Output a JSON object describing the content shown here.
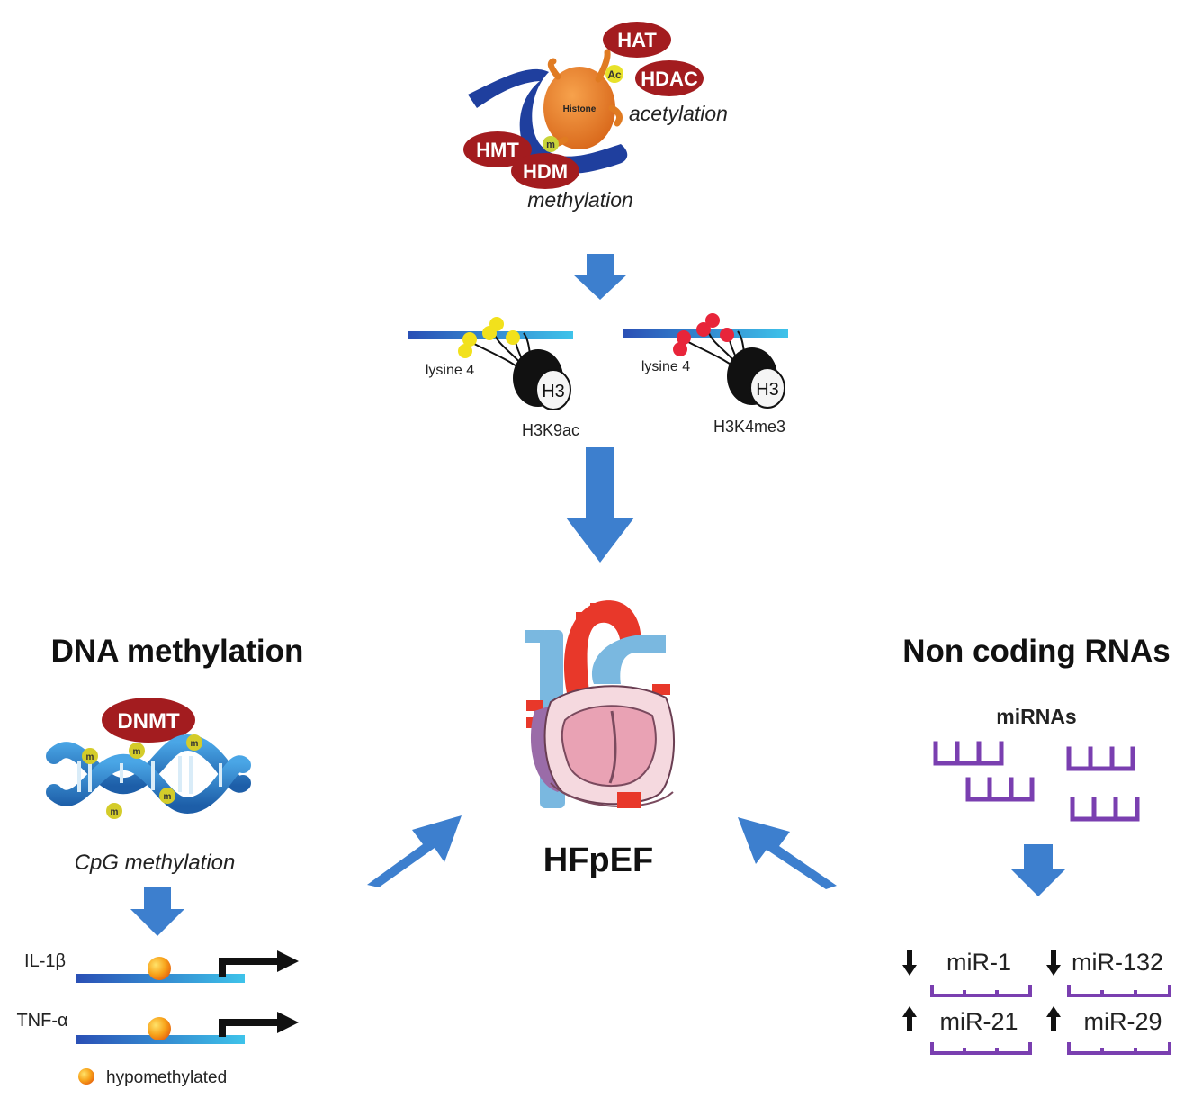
{
  "histone_panel": {
    "enzymes": {
      "hat": "HAT",
      "hdac": "HDAC",
      "hmt": "HMT",
      "hdm": "HDM"
    },
    "histone_label": "Histone",
    "ac_mark": "Ac",
    "m_mark": "m",
    "acetylation_label": "acetylation",
    "methylation_label": "methylation"
  },
  "histone_marks": [
    {
      "lysine_label": "lysine 4",
      "h3_label": "H3",
      "name": "H3K9ac",
      "bead_color": "#f2e11c"
    },
    {
      "lysine_label": "lysine 4",
      "h3_label": "H3",
      "name": "H3K4me3",
      "bead_color": "#e8253a"
    }
  ],
  "center": {
    "label": "HFpEF"
  },
  "dna_methylation": {
    "title": "DNA methylation",
    "enzyme": "DNMT",
    "m_mark": "m",
    "subtitle": "CpG methylation",
    "genes": [
      {
        "label": "IL-1β"
      },
      {
        "label": "TNF-α"
      }
    ],
    "legend_label": "hypomethylated"
  },
  "noncoding_rnas": {
    "title": "Non coding RNAs",
    "mirnas_label": "miRNAs",
    "mirnas": [
      {
        "label": "miR-1",
        "direction": "down"
      },
      {
        "label": "miR-132",
        "direction": "down"
      },
      {
        "label": "miR-21",
        "direction": "up"
      },
      {
        "label": "miR-29",
        "direction": "up"
      }
    ]
  },
  "colors": {
    "arrow_blue": "#3d7fce",
    "enzyme_red": "#a31c1f",
    "mirna_purple": "#7a3fb0",
    "dna_blue": "#2d6fb8",
    "histone_orange": "#e07b22"
  }
}
